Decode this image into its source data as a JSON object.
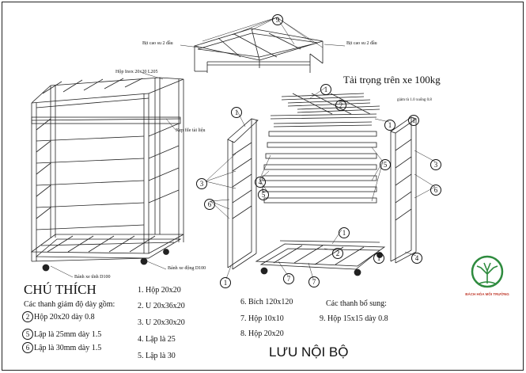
{
  "annotations": {
    "bit_cao_su_left": "Bịt cao su 2 đầu",
    "bit_cao_su_right": "Bịt cao su 2 đầu",
    "hop_inox": "Hộp Inox 20x20 L205",
    "kep_file": "Kẹp file tài liệu",
    "banh_xe_tinh": "Bánh xe tĩnh D100",
    "banh_xe_dong": "Bánh xe động D100",
    "tai_trong": "Tải trọng trên xe 100kg",
    "giam_tu": "giảm tù 1.0 xuống 0.8"
  },
  "callouts": [
    "9",
    "1",
    "1",
    "2",
    "1",
    "1",
    "3",
    "4",
    "5",
    "3",
    "6",
    "6",
    "5",
    "4",
    "1",
    "1",
    "7",
    "7",
    "1",
    "2"
  ],
  "legend": {
    "title": "CHÚ THÍCH",
    "subtitle": "Các thanh giảm độ dày gồm:",
    "reduced": [
      {
        "num": "2",
        "text": "Hộp 20x20 dày 0.8"
      },
      {
        "num": "5",
        "text": "Lập là 25mm  dày 1.5"
      },
      {
        "num": "6",
        "text": "Lập là 30mm dày 1.5"
      }
    ],
    "col1": [
      "1. Hộp 20x20",
      "2. U 20x36x20",
      "3. U 20x30x20",
      "4. Lập là 25",
      "5. Lập là 30"
    ],
    "col2": [
      "6. Bích 120x120",
      "7. Hộp 10x10",
      "8. Hộp 20x20"
    ],
    "extra_title": "Các thanh bổ sung:",
    "extra": [
      "9. Hộp 15x15 dày 0.8"
    ],
    "footer": "LƯU NỘI BỘ"
  },
  "logo": {
    "text": "BÁCH HÓA MÔI TRƯỜNG"
  }
}
